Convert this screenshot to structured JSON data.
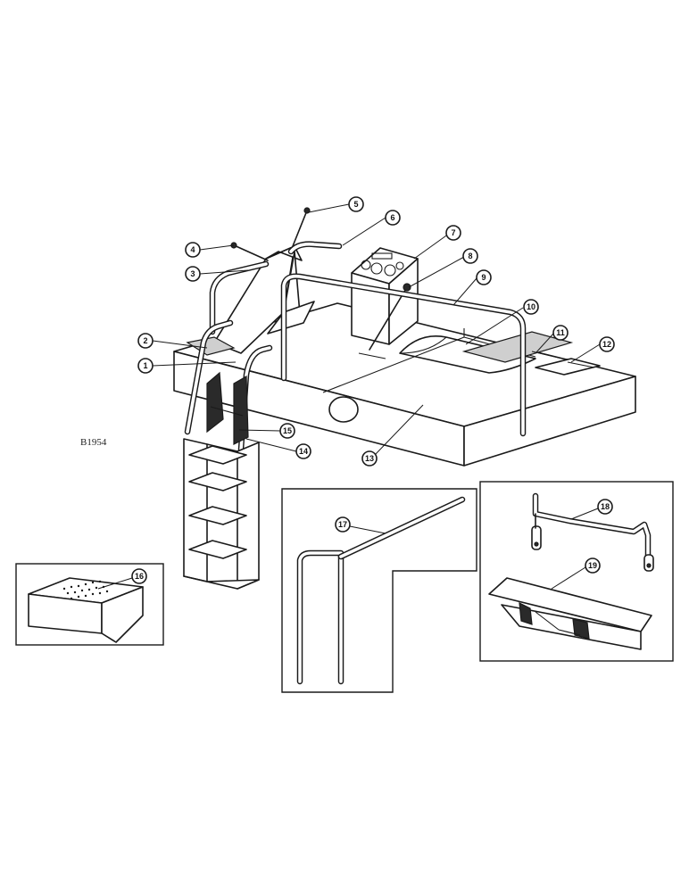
{
  "figure_id": "B1954",
  "callouts": [
    "1",
    "2",
    "3",
    "4",
    "5",
    "6",
    "7",
    "8",
    "9",
    "10",
    "11",
    "12",
    "13",
    "14",
    "15",
    "16",
    "17",
    "18",
    "19"
  ]
}
